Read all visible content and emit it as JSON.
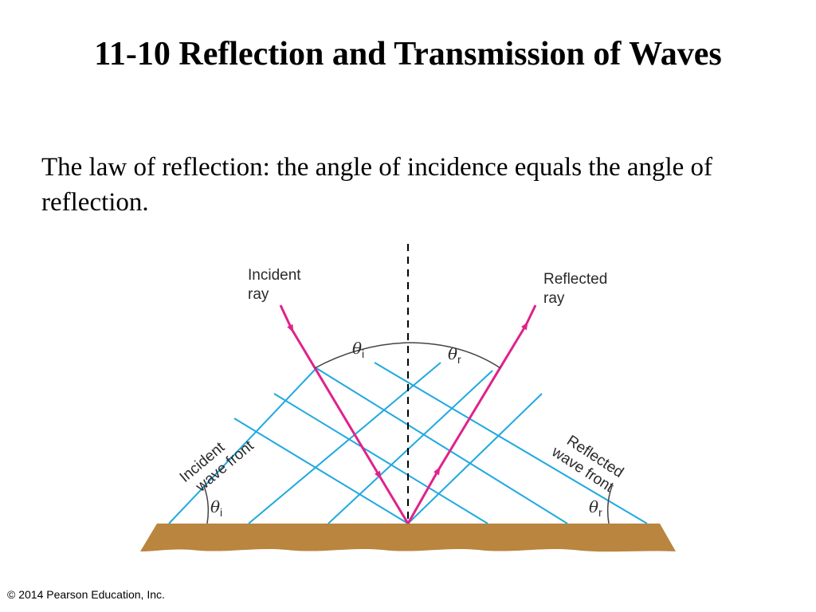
{
  "title": "11-10 Reflection and Transmission of Waves",
  "body_text": "The law of reflection: the angle of incidence equals the angle of reflection.",
  "copyright": "© 2014 Pearson Education, Inc.",
  "diagram": {
    "labels": {
      "incident_ray": [
        "Incident",
        "ray"
      ],
      "reflected_ray": [
        "Reflected",
        "ray"
      ],
      "incident_wave_front": [
        "Incident",
        "wave front"
      ],
      "reflected_wave_front": [
        "Reflected",
        "wave front"
      ]
    },
    "angle_symbol": "θ",
    "incidence_subscript": "i",
    "reflection_subscript": "r",
    "colors": {
      "ray": "#e0228a",
      "wave_front": "#1fa9e0",
      "surface": "#b9853f",
      "normal": "#000000",
      "arc": "#444444"
    }
  }
}
